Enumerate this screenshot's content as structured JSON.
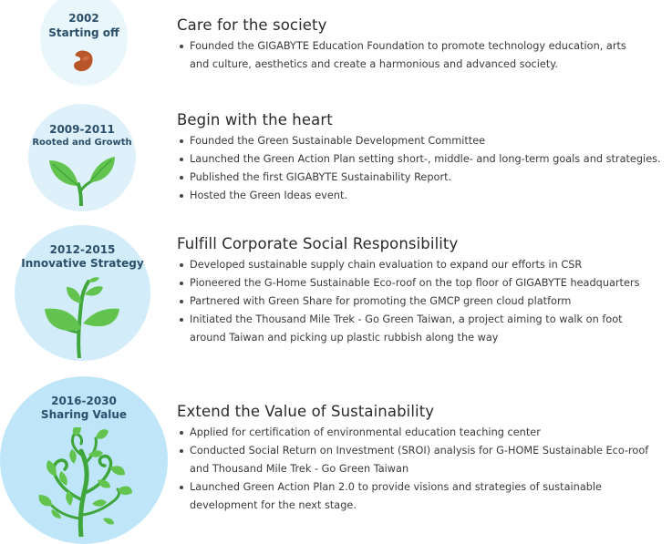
{
  "stages": [
    {
      "year": "2002",
      "subtitle": "Starting off",
      "icon": "seed-icon",
      "title": "Care for the society",
      "bullets": [
        "Founded the GIGABYTE Education Foundation  to promote technology education, arts and culture, aesthetics and create a harmonious and advanced society."
      ]
    },
    {
      "year": "2009-2011",
      "subtitle": "Rooted and Growth",
      "icon": "sprout-icon",
      "title": "Begin with the heart",
      "bullets": [
        "Founded the  Green Sustainable Development Committee",
        "Launched the Green Action Plan setting short-, middle- and long-term goals and strategies.",
        "Published the first GIGABYTE Sustainability Report.",
        "Hosted the Green Ideas event."
      ]
    },
    {
      "year": "2012-2015",
      "subtitle": "Innovative Strategy",
      "icon": "young-plant-icon",
      "title": "Fulfill Corporate Social Responsibility",
      "bullets": [
        "Developed sustainable supply chain evaluation to expand our efforts in CSR",
        "Pioneered the G-Home Sustainable Eco-roof on the top floor of GIGABYTE headquarters",
        "Partnered with Green Share for promoting the GMCP green cloud platform",
        "Initiated the Thousand Mile Trek - Go Green Taiwan, a project aiming to walk on foot around Taiwan and picking up plastic rubbish along the way"
      ]
    },
    {
      "year": "2016-2030",
      "subtitle": "Sharing Value",
      "icon": "tree-icon",
      "title": "Extend the Value of Sustainability",
      "bullets": [
        "Applied for certification of environmental education teaching center",
        "Conducted Social Return on Investment (SROI) analysis for G-HOME Sustainable Eco-roof and Thousand Mile Trek - Go Green Taiwan",
        "Launched  Green Action Plan 2.0 to provide visions and strategies of sustainable development for the next stage."
      ]
    }
  ],
  "colors": {
    "circle_1": "#e9f6fb",
    "circle_2": "#def1fa",
    "circle_3": "#d2edf9",
    "circle_4": "#bfe6f8",
    "leaf": "#62c44f",
    "leaf_dark": "#3ea63a",
    "seed": "#b8562a",
    "year_text": "#2b4f6b"
  }
}
